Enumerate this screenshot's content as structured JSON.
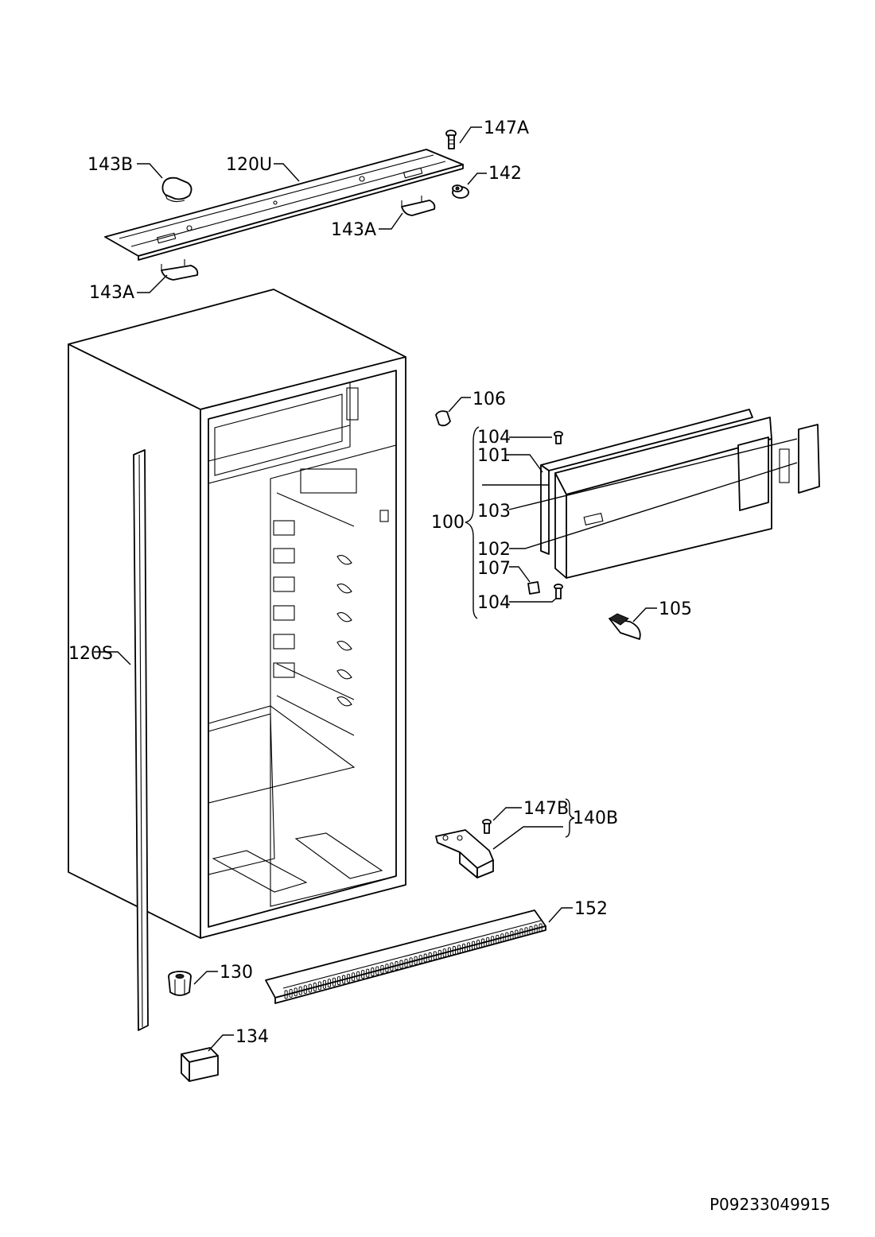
{
  "labels": {
    "l147A": "147A",
    "l143B": "143B",
    "l120U": "120U",
    "l142": "142",
    "l143A_top": "143A",
    "l143A_left": "143A",
    "l106": "106",
    "l104_top": "104",
    "l101": "101",
    "l100": "100",
    "l103": "103",
    "l102": "102",
    "l107": "107",
    "l104_bottom": "104",
    "l105": "105",
    "l120S": "120S",
    "l147B": "147B",
    "l140B": "140B",
    "l152": "152",
    "l130": "130",
    "l134": "134"
  },
  "document_code": "P09233049915"
}
